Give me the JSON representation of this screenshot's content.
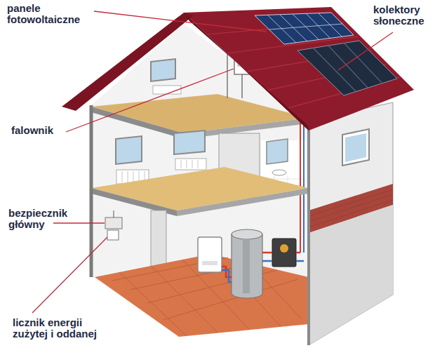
{
  "diagram": {
    "labels": [
      "panele fotowoltaiczne",
      "kolektory słoneczne",
      "falownik",
      "bezpiecznik główny",
      "licznik energii zużytej i oddanej"
    ]
  }
}
